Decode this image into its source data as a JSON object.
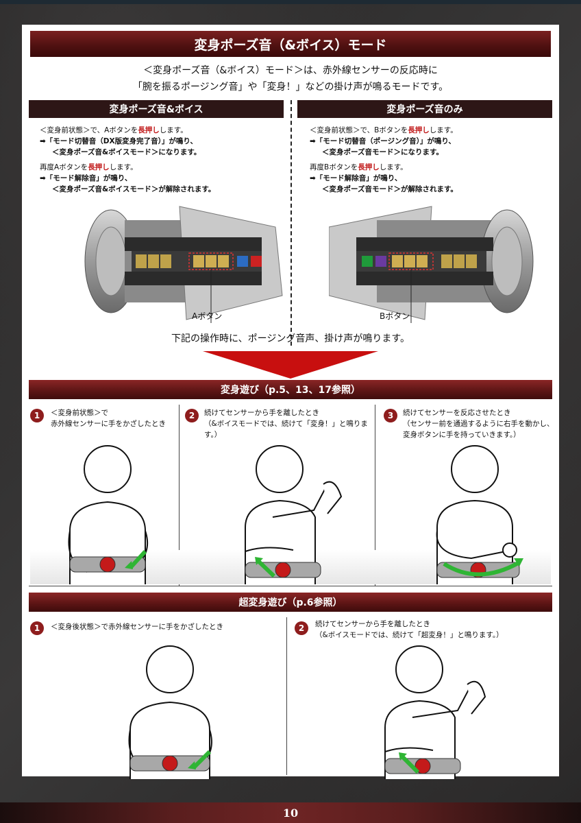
{
  "page": {
    "number": "10"
  },
  "header": {
    "title": "変身ポーズ音（&ボイス）モード",
    "intro_line1": "＜変身ポーズ音（&ボイス）モード＞は、赤外線センサーの反応時に",
    "intro_line2": "「腕を振るポージング音」や「変身！」などの掛け声が鳴るモードです。"
  },
  "left_panel": {
    "title": "変身ポーズ音&ボイス",
    "l1a": "＜変身前状態＞で、Aボタンを",
    "l1b": "長押し",
    "l1c": "します。",
    "l2": "➡「モード切替音（DX版変身完了音）」が鳴り、",
    "l3": "＜変身ポーズ音&ボイスモード＞になります。",
    "l4a": "再度Aボタンを",
    "l4b": "長押し",
    "l4c": "します。",
    "l5": "➡「モード解除音」が鳴り、",
    "l6": "＜変身ポーズ音&ボイスモード＞が解除されます。",
    "button_label": "Aボタン"
  },
  "right_panel": {
    "title": "変身ポーズ音のみ",
    "l1a": "＜変身前状態＞で、Bボタンを",
    "l1b": "長押し",
    "l1c": "します。",
    "l2": "➡「モード切替音（ポージング音）」が鳴り、",
    "l3": "＜変身ポーズ音モード＞になります。",
    "l4a": "再度Bボタンを",
    "l4b": "長押し",
    "l4c": "します。",
    "l5": "➡「モード解除音」が鳴り、",
    "l6": "＜変身ポーズ音モード＞が解除されます。",
    "button_label": "Bボタン"
  },
  "lead": "下記の操作時に、ポージング音声、掛け声が鳴ります。",
  "henshin_section": {
    "title": "変身遊び（p.5、13、17参照）",
    "steps": [
      {
        "num": "1",
        "line1": "＜変身前状態＞で",
        "line2": "赤外線センサーに手をかざしたとき",
        "line3": ""
      },
      {
        "num": "2",
        "line1": "続けてセンサーから手を離したとき",
        "line2": "（&ボイスモードでは、続けて「変身！」と鳴ります。）",
        "line3": ""
      },
      {
        "num": "3",
        "line1": "続けてセンサーを反応させたとき",
        "line2": "（センサー前を通過するように右手を動かし、",
        "line3": "変身ボタンに手を持っていきます。）"
      }
    ]
  },
  "super_section": {
    "title": "超変身遊び（p.6参照）",
    "steps": [
      {
        "num": "1",
        "line1": "＜変身後状態＞で赤外線センサーに手をかざしたとき",
        "line2": ""
      },
      {
        "num": "2",
        "line1": "続けてセンサーから手を離したとき",
        "line2": "（&ボイスモードでは、続けて「超変身！」と鳴ります。）"
      }
    ]
  },
  "colors": {
    "accent_red": "#c80f0f",
    "band_dark_red": "#5a1414",
    "sub_header": "#2d1616",
    "guide_arrow": "#2fb534"
  }
}
